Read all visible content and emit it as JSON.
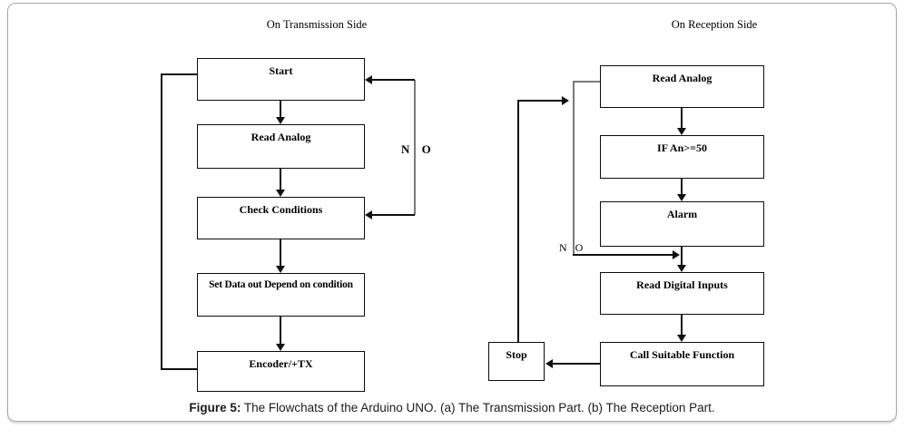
{
  "transmission": {
    "title": "On Transmission Side",
    "nodes": [
      "Start",
      "Read Analog",
      "Check Conditions",
      "Set Data out Depend  on condition",
      "Encoder/+TX"
    ],
    "no_label": "N O"
  },
  "reception": {
    "title": "On Reception Side",
    "nodes": [
      "Read Analog",
      "IF An>=50",
      "Alarm",
      "Read Digital Inputs",
      "Call Suitable Function",
      "Stop"
    ],
    "no_label": "N O"
  },
  "caption": {
    "prefix": "Figure 5:",
    "rest": " The Flowchats of the Arduino UNO. (a) The Transmission Part. (b) The Reception Part."
  },
  "colors": {
    "line": "#111111",
    "muted_line": "#7a7a7a",
    "card_border": "#a8a8a8",
    "box_fill": "#ffffff",
    "text": "#000000"
  }
}
